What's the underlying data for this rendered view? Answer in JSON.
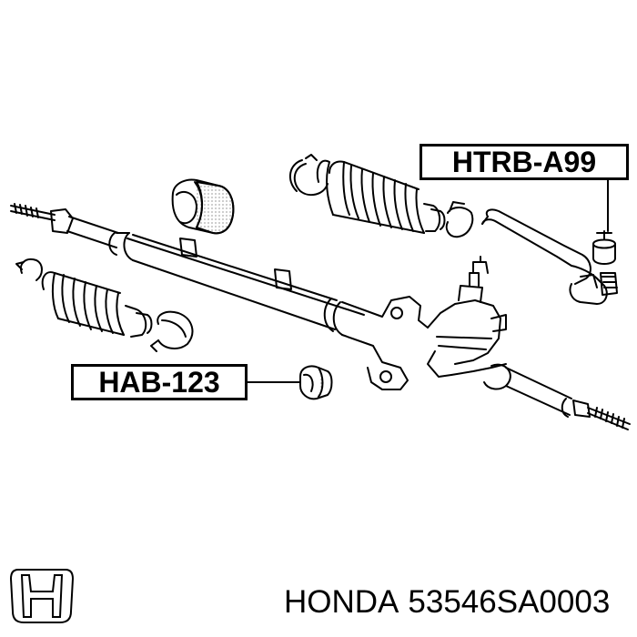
{
  "callouts": {
    "tie_rod_bushing": "HTRB-A99",
    "rack_bushing": "HAB-123"
  },
  "footer": {
    "brand": "HONDA",
    "part_number": "53546SA0003"
  },
  "colors": {
    "line": "#000000",
    "background": "#ffffff",
    "stipple": "#555555"
  },
  "icons": {
    "logo": "honda-h-logo"
  }
}
